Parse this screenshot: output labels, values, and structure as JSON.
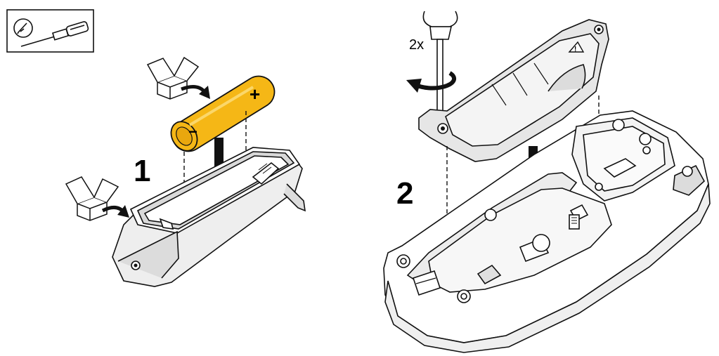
{
  "colors": {
    "battery": "#f5b716",
    "battery_dark": "#c88a05",
    "line": "#111111",
    "shade": "#e2e2e2",
    "shade_dark": "#c9c9c9",
    "background": "#ffffff"
  },
  "icons": [
    "tools-needed-icon",
    "screwdriver-icon",
    "rotate-arrow-icon",
    "down-arrow-icon"
  ],
  "steps": [
    {
      "number": "1",
      "battery_minus": "−",
      "battery_plus": "+"
    },
    {
      "number": "2",
      "repeat": "2x"
    }
  ]
}
